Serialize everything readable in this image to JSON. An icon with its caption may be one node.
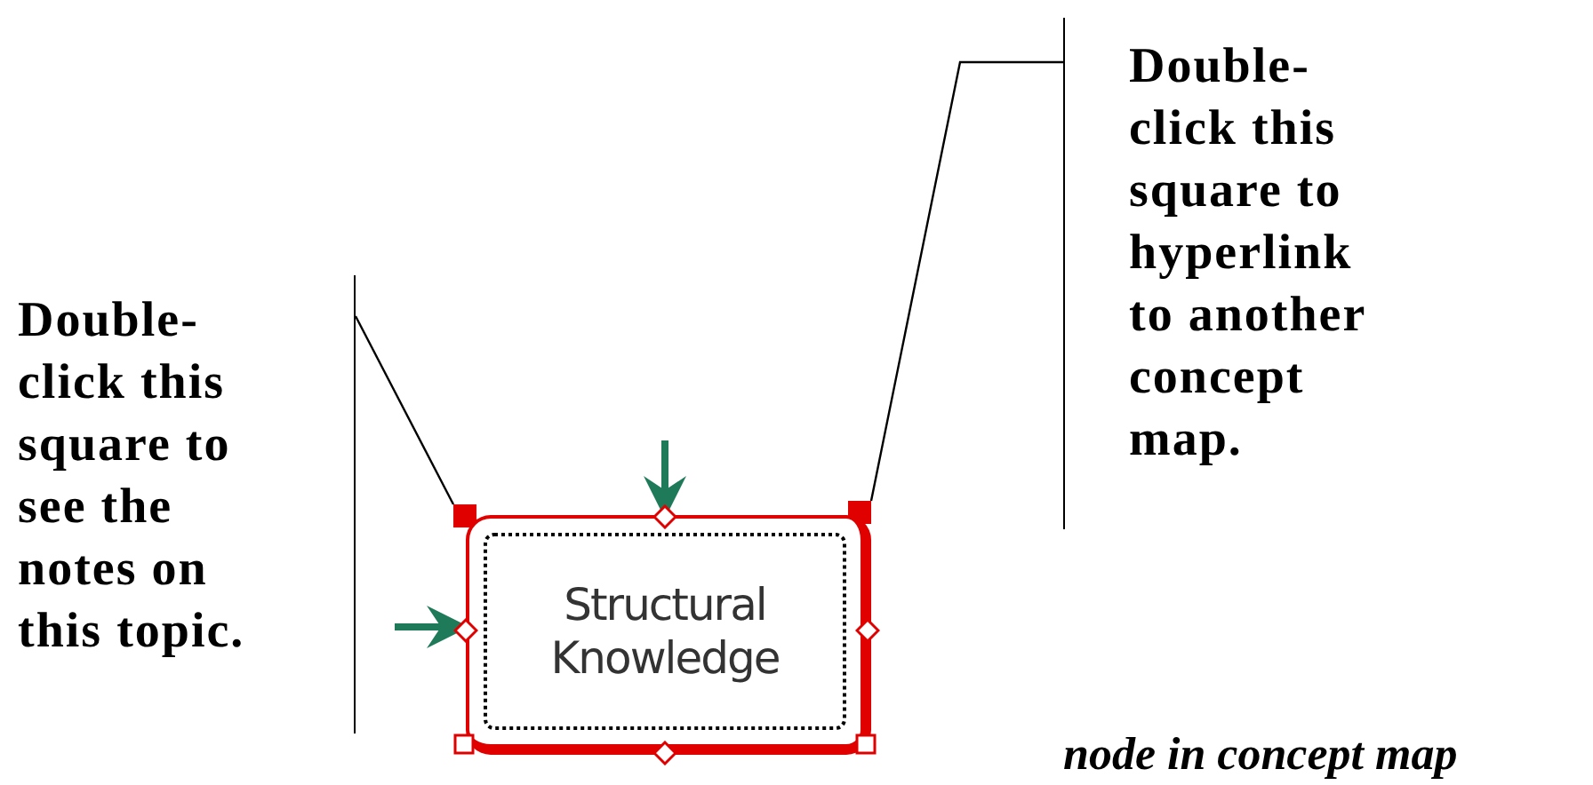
{
  "diagram": {
    "caption": "node in concept map",
    "nodes": [
      {
        "text": [
          "Double-click this square to see the notes on this topic."
        ]
      },
      {
        "text": [],
        "shape": "box"
      },
      {
        "text": [
          "Double-click this square to hyperlink to another concept map."
        ]
      },
      {
        "text": [],
        "shape": "box"
      },
      {
        "text": [
          "Structural Knowledge"
        ]
      }
    ],
    "edges": [
      {
        "from": 0,
        "to": 1,
        "arrow": "none"
      },
      {
        "from": 2,
        "to": 3,
        "arrow": "none"
      },
      {
        "from": null,
        "to": 4,
        "arrow": "to",
        "style": "thick",
        "color": "#1f7a5a"
      },
      {
        "from": null,
        "to": 4,
        "arrow": "to",
        "style": "thick",
        "color": "#1f7a5a"
      }
    ]
  }
}
